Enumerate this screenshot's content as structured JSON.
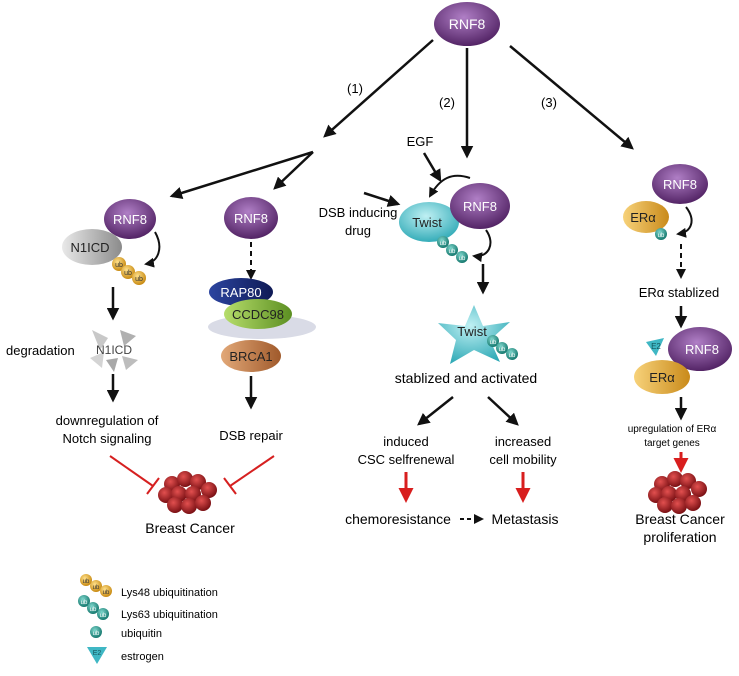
{
  "top": {
    "rnf8": "RNF8"
  },
  "paths": {
    "p1": "(1)",
    "p2": "(2)",
    "p3": "(3)"
  },
  "left": {
    "rnf8_a": "RNF8",
    "n1icd": "N1ICD",
    "degradation": "degradation",
    "n1icd_fragment": "N1ICD",
    "down_line1": "downregulation of",
    "down_line2": "Notch signaling",
    "rnf8_b": "RNF8",
    "rap80": "RAP80",
    "ccdc98": "CCDC98",
    "brca1": "BRCA1",
    "dsb_repair": "DSB repair",
    "breast_cancer": "Breast Cancer"
  },
  "middle": {
    "egf": "EGF",
    "dsb_line1": "DSB inducing",
    "dsb_line2": "drug",
    "rnf8": "RNF8",
    "twist": "Twist",
    "twist_star": "Twist",
    "stabilized": "stablized and activated",
    "induced_line1": "induced",
    "induced_line2": "CSC selfrenewal",
    "increased_line1": "increased",
    "increased_line2": "cell mobility",
    "chemo": "chemoresistance",
    "metastasis": "Metastasis"
  },
  "right": {
    "rnf8_a": "RNF8",
    "er_a": "ERα",
    "er_stabilized": "ERα stablized",
    "e2": "E2",
    "rnf8_b": "RNF8",
    "er_b": "ERα",
    "up_line1": "upregulation of ERα",
    "up_line2": "target genes",
    "bc_line1": "Breast Cancer",
    "bc_line2": "proliferation"
  },
  "ub": "ub",
  "legend": {
    "lys48": "Lys48 ubiquitination",
    "lys63": "Lys63 ubiquitination",
    "ubiquitin": "ubiquitin",
    "estrogen": "estrogen"
  },
  "colors": {
    "rnf8": "#6a2c7a",
    "twist": "#3fb7c4",
    "ub_yellow": "#e8b33a",
    "ub_teal": "#1f9b8f",
    "inhibit_red": "#d62020",
    "arrow_red": "#d81e1e",
    "tumor": "#a41f24",
    "rap80": "#1e2f7a",
    "ccdc98": "#7cb43a",
    "brca1": "#c07a45",
    "er": "#e4a92c"
  }
}
